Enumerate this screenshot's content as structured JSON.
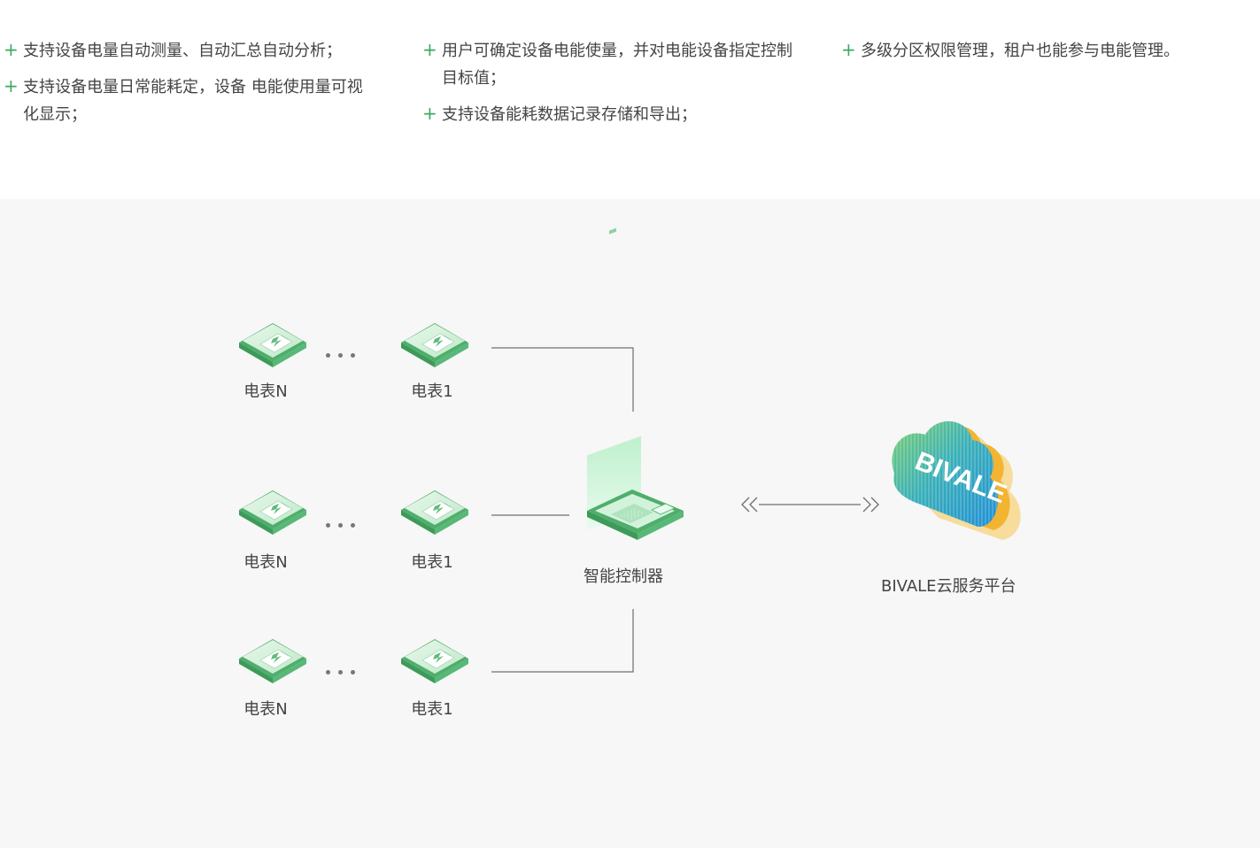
{
  "features": {
    "bullet_symbol": "+",
    "columns": [
      [
        "支持设备电量自动测量、自动汇总自动分析；",
        "支持设备电量日常能耗定，设备 电能使用量可视化显示；"
      ],
      [
        "用户可确定设备电能使量，并对电能设备指定控制目标值；",
        "支持设备能耗数据记录存储和导出；"
      ],
      [
        "多级分区权限管理，租户也能参与电能管理。"
      ]
    ]
  },
  "diagram": {
    "meter_rows": [
      {
        "left_label": "电表N",
        "right_label": "电表1"
      },
      {
        "left_label": "电表N",
        "right_label": "电表1"
      },
      {
        "left_label": "电表N",
        "right_label": "电表1"
      }
    ],
    "controller_label": "智能控制器",
    "cloud_label": "BIVALE云服务平台",
    "cloud_logo_text": "BIVALE",
    "colors": {
      "accent_green": "#3daa5f",
      "line_gray": "#6f6f6f",
      "meter_green": "#5dbb7a",
      "cloud_blue": "#2f9fd8",
      "cloud_orange": "#f2b431"
    }
  }
}
